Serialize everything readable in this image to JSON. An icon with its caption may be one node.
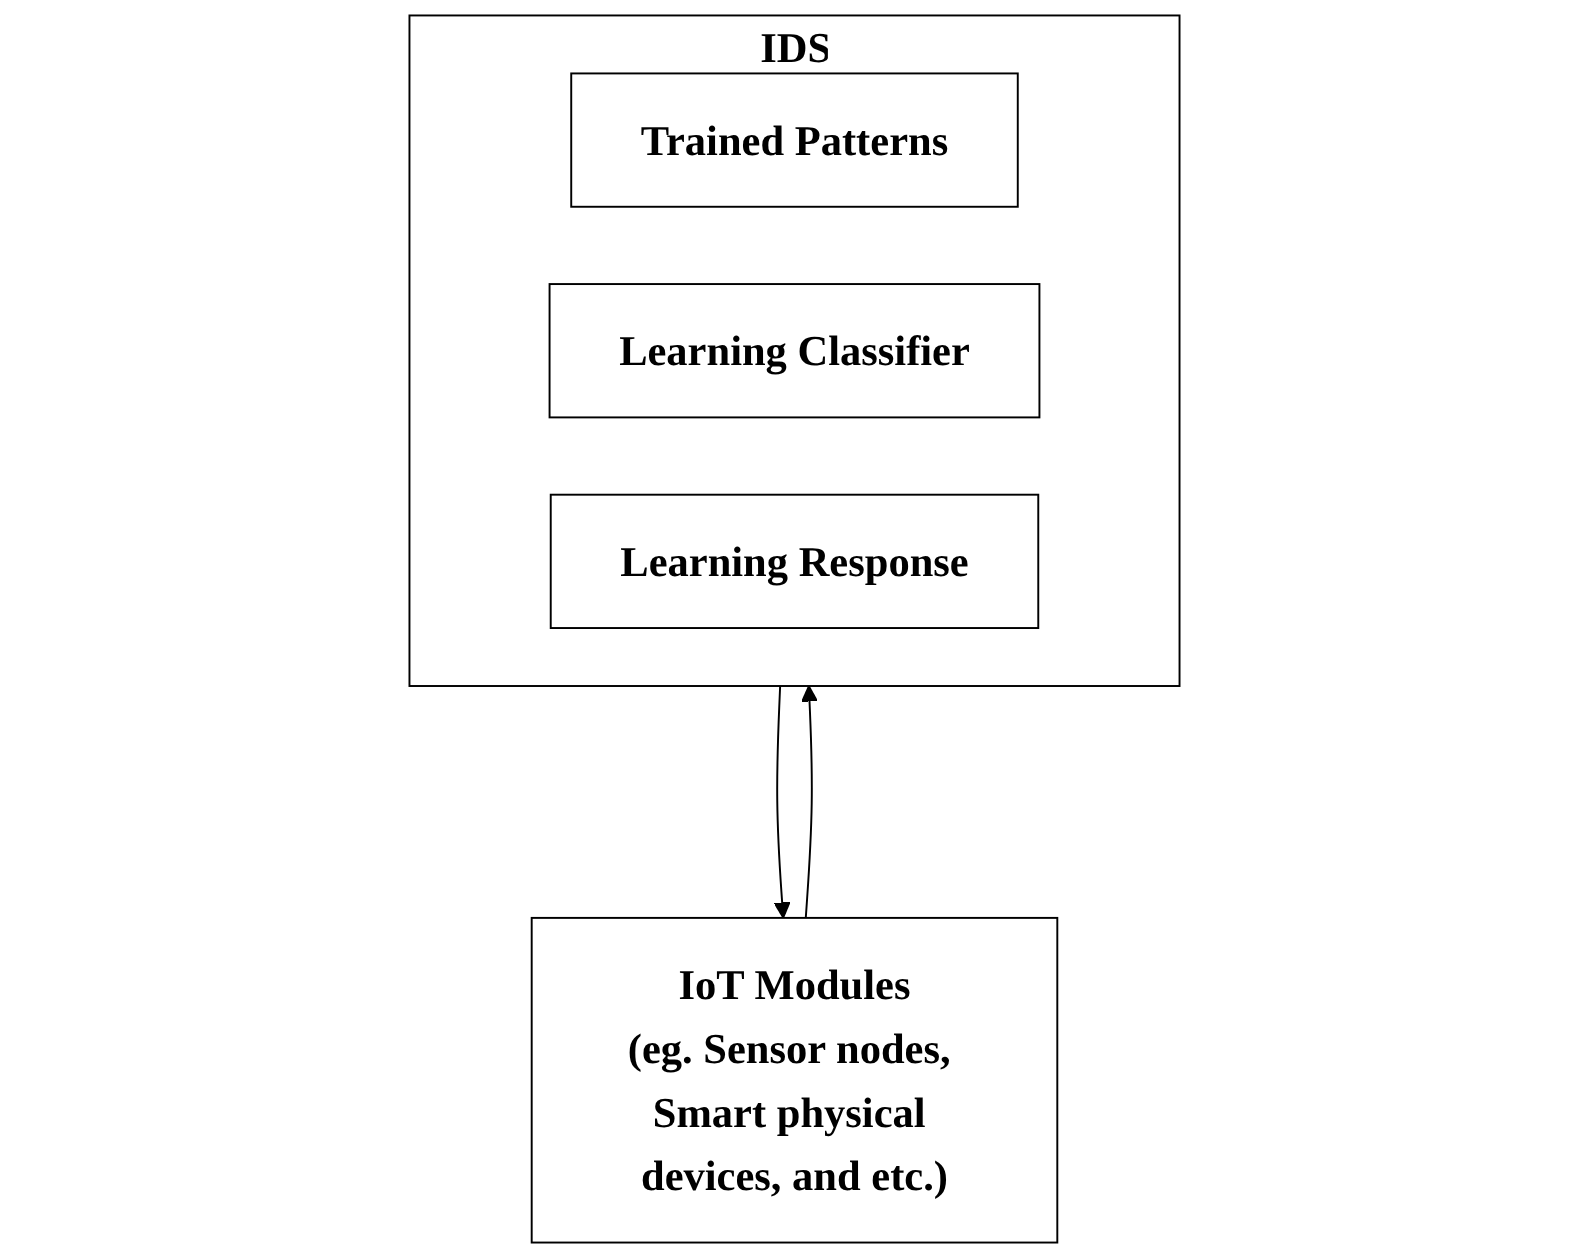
{
  "diagram": {
    "nodes": [
      {
        "text": [
          "IDS"
        ]
      },
      {
        "text": [
          "Trained Patterns"
        ],
        "in": 0
      },
      {
        "text": [
          "Learning Classifier"
        ],
        "in": 0
      },
      {
        "text": [
          "Learning Response"
        ],
        "in": 0
      },
      {
        "text": [
          "IoT Modules",
          "(eg. Sensor nodes, Smart physical devices, and etc.)"
        ]
      }
    ],
    "edges": [
      {
        "from": 4,
        "to": 0,
        "arrow": "to"
      },
      {
        "from": 0,
        "to": 4,
        "arrow": "to"
      }
    ]
  }
}
